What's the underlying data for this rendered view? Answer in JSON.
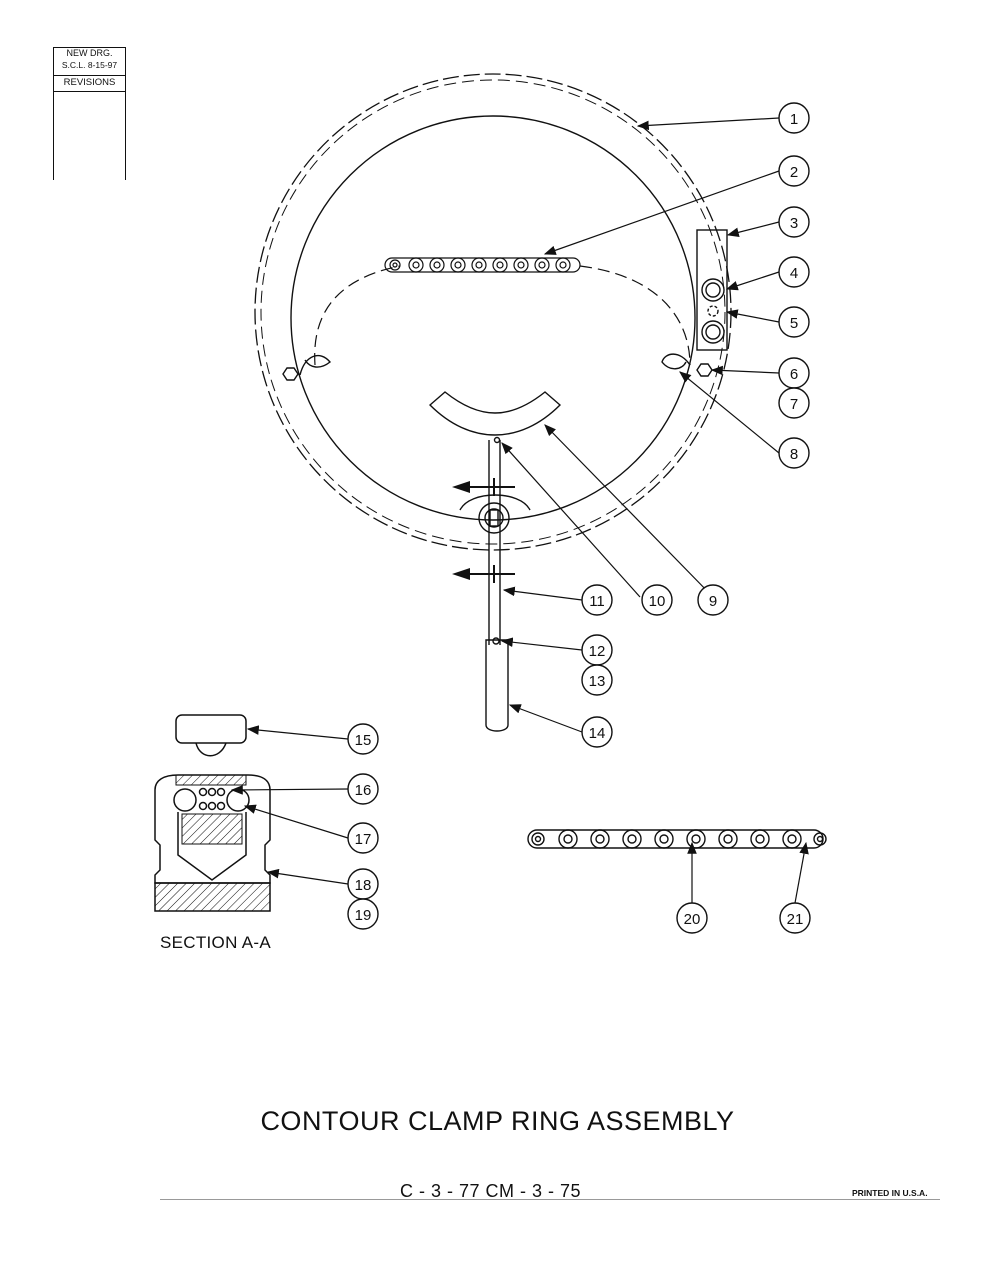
{
  "revisions": {
    "line1": "NEW DRG.",
    "line2": "S.C.L.  8-15-97",
    "label": "REVISIONS"
  },
  "callouts": [
    "1",
    "2",
    "3",
    "4",
    "5",
    "6",
    "7",
    "8",
    "9",
    "10",
    "11",
    "12",
    "13",
    "14",
    "15",
    "16",
    "17",
    "18",
    "19",
    "20",
    "21"
  ],
  "section_label": "SECTION A-A",
  "title": "CONTOUR CLAMP RING ASSEMBLY",
  "drawing_number": "C - 3 - 77    CM - 3 - 75",
  "printed": "PRINTED IN U.S.A."
}
